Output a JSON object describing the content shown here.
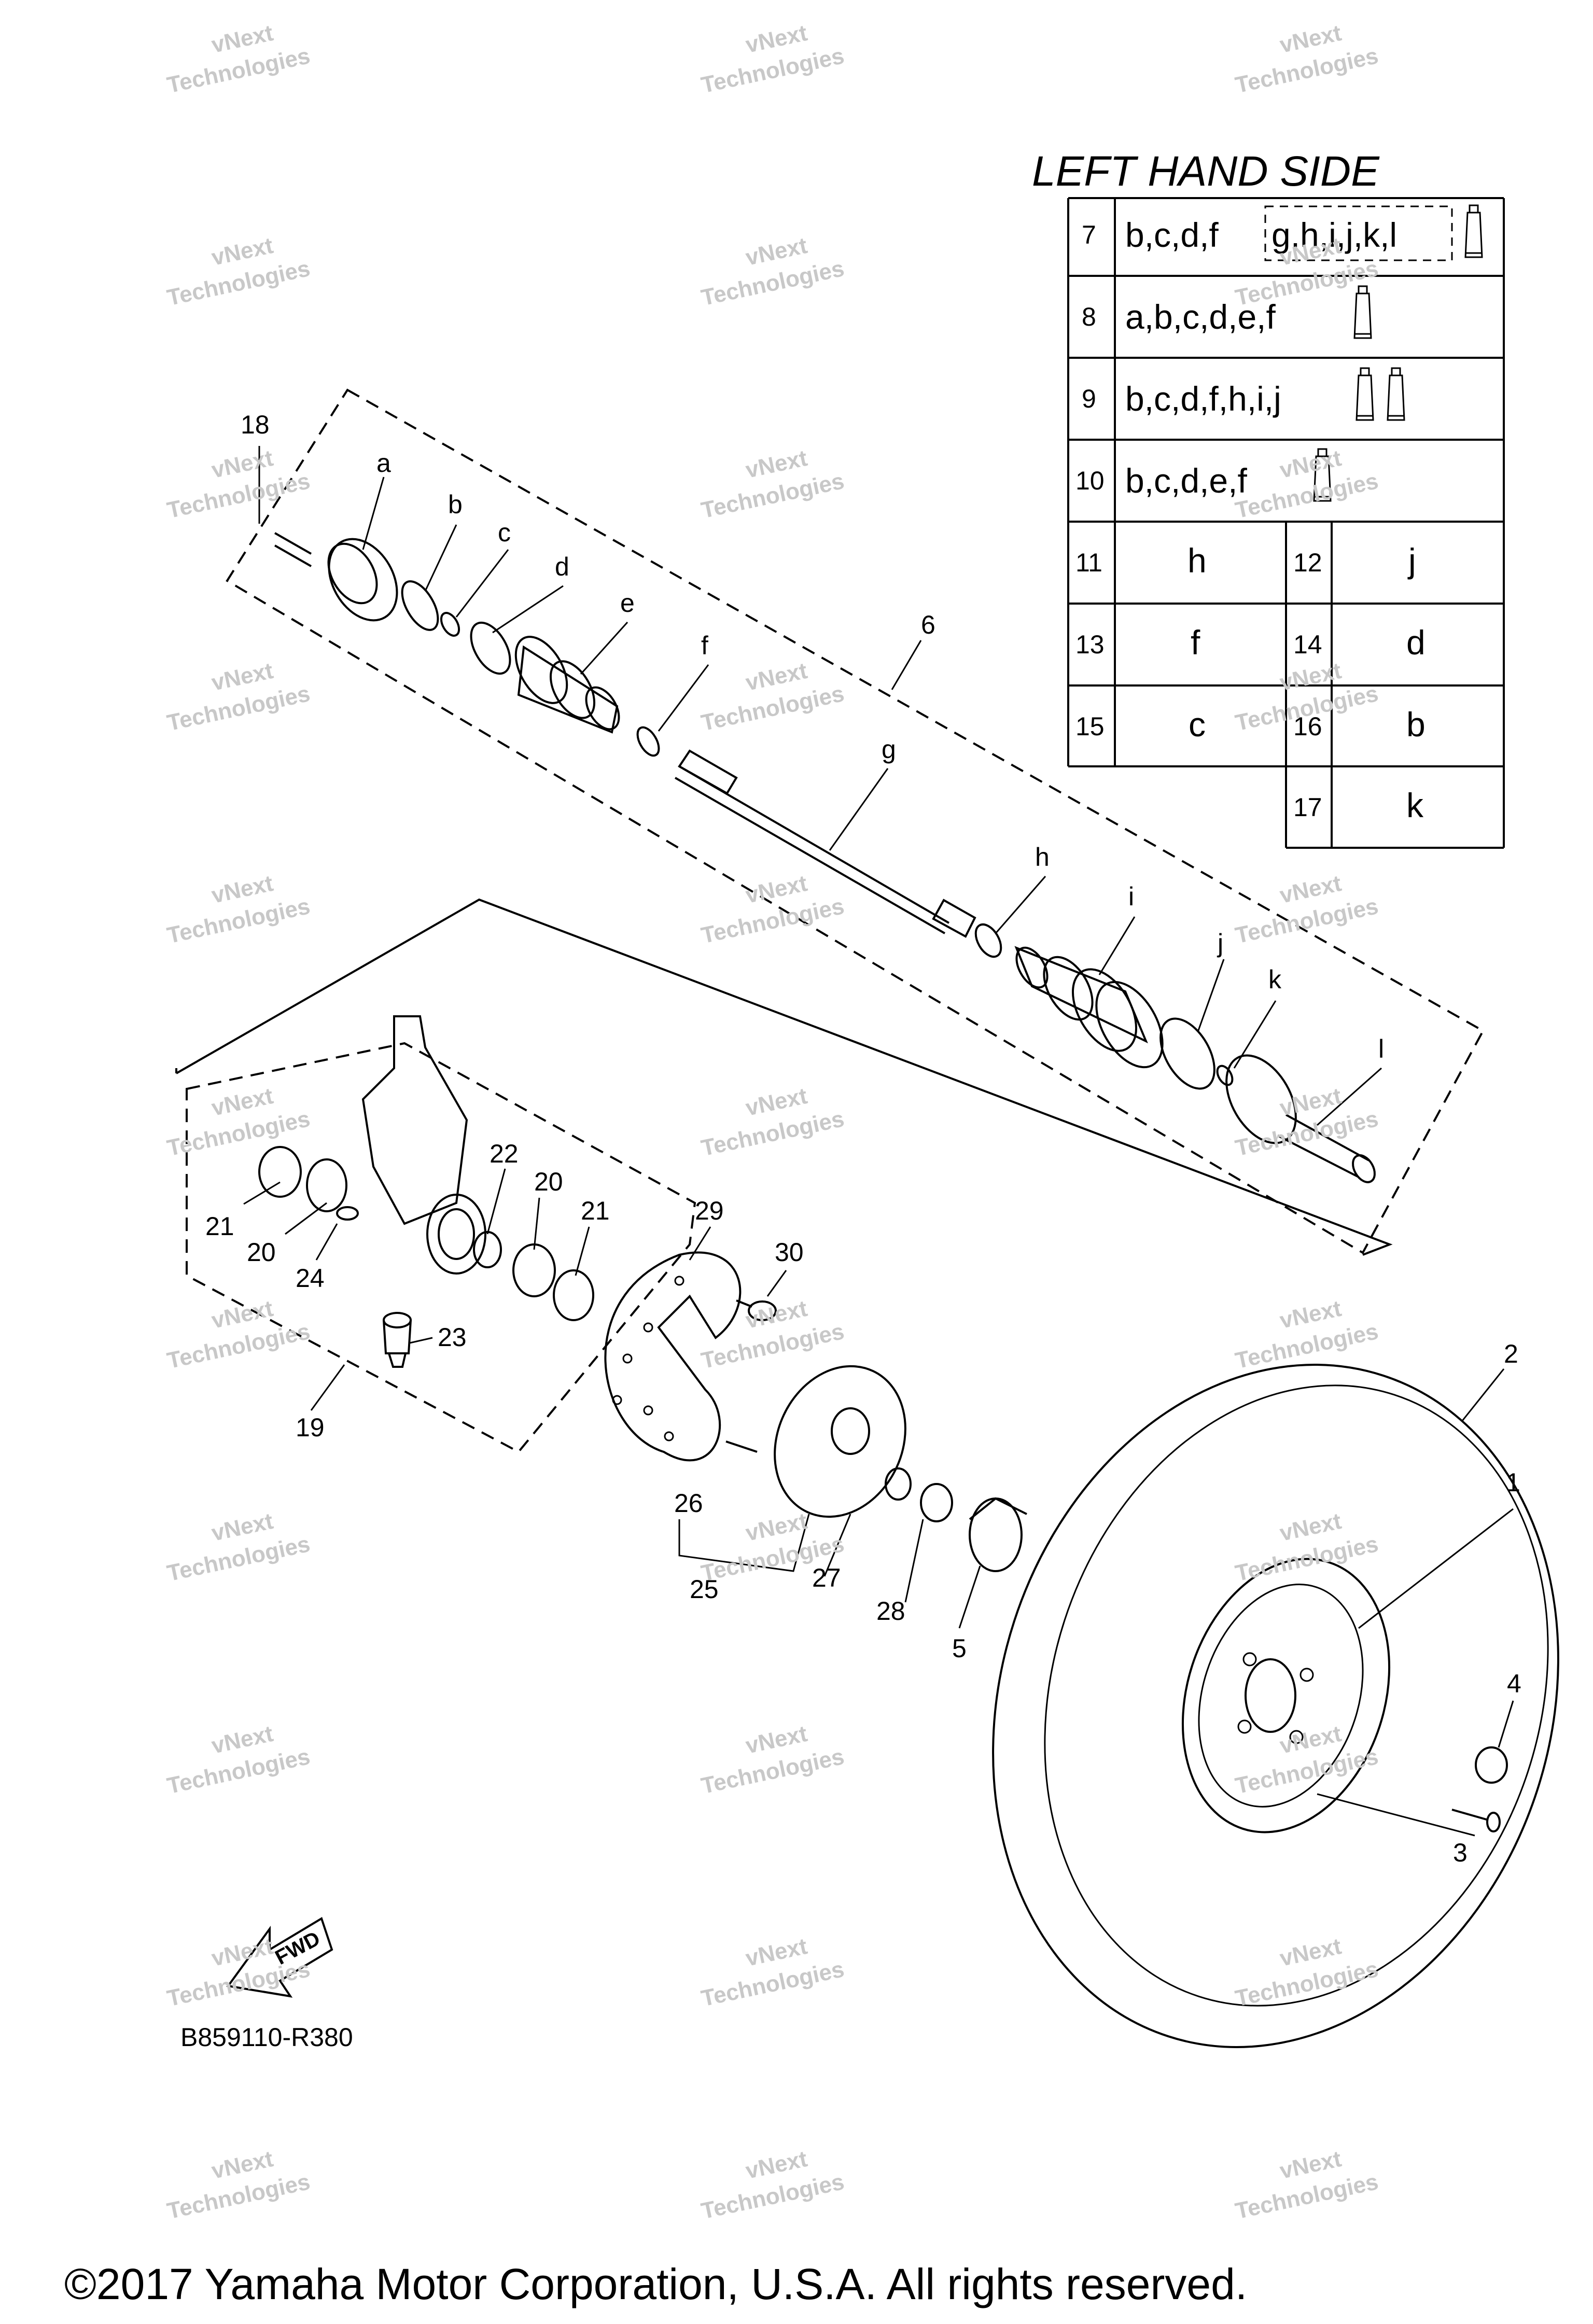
{
  "table": {
    "title": "LEFT HAND SIDE",
    "rows": [
      {
        "num": "7",
        "value": "b,c,d,f",
        "boxed": "g,h,i,j,k,l"
      },
      {
        "num": "8",
        "value": "a,b,c,d,e,f"
      },
      {
        "num": "9",
        "value": "b,c,d,f,h,i,j"
      },
      {
        "num": "10",
        "value": "b,c,d,e,f"
      }
    ],
    "pairs": [
      {
        "a_num": "11",
        "a_val": "h",
        "b_num": "12",
        "b_val": "j"
      },
      {
        "a_num": "13",
        "a_val": "f",
        "b_num": "14",
        "b_val": "d"
      },
      {
        "a_num": "15",
        "a_val": "c",
        "b_num": "16",
        "b_val": "b"
      },
      {
        "b_num": "17",
        "b_val": "k"
      }
    ]
  },
  "callouts": {
    "n18": "18",
    "a": "a",
    "b": "b",
    "c": "c",
    "d": "d",
    "e": "e",
    "f": "f",
    "n6": "6",
    "g": "g",
    "h": "h",
    "i": "i",
    "j": "j",
    "k": "k",
    "l": "l",
    "n21a": "21",
    "n20a": "20",
    "n24": "24",
    "n22": "22",
    "n20b": "20",
    "n21b": "21",
    "n23": "23",
    "n19": "19",
    "n29": "29",
    "n30": "30",
    "n26": "26",
    "n25": "25",
    "n27": "27",
    "n28": "28",
    "n5": "5",
    "n2": "2",
    "n1": "1",
    "n4": "4",
    "n3": "3"
  },
  "fwd_label": "FWD",
  "diagram_code": "B859110-R380",
  "copyright": "©2017 Yamaha Motor Corporation, U.S.A. All rights reserved.",
  "watermark": {
    "line1": "vNext",
    "line2": "Technologies"
  }
}
